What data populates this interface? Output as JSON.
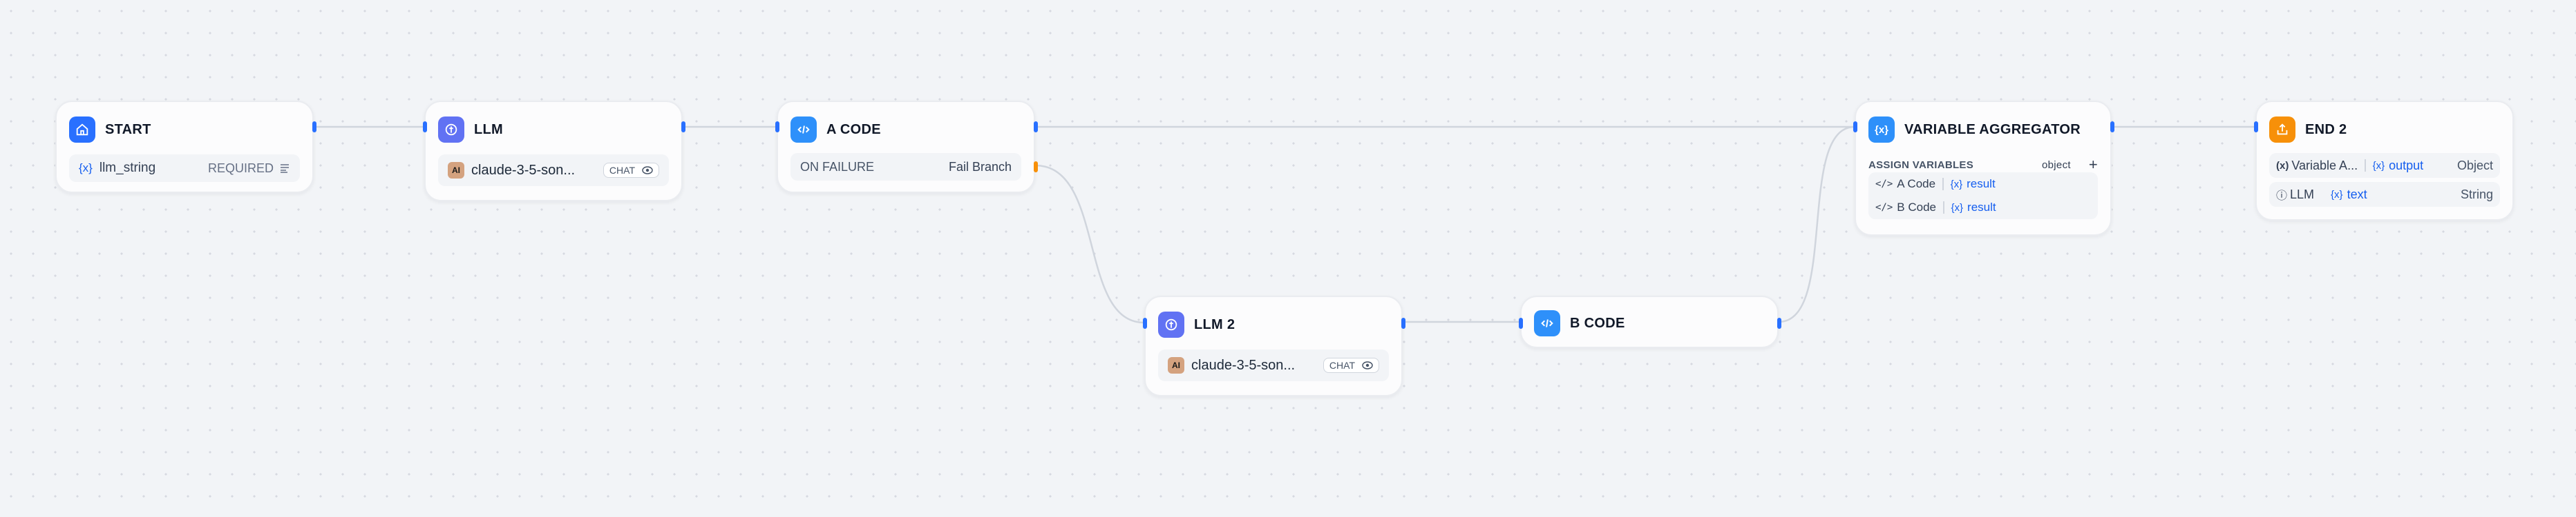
{
  "nodes": {
    "start": {
      "title": "START",
      "var_icon": "{x}",
      "var_name": "llm_string",
      "required": "REQUIRED"
    },
    "llm": {
      "title": "LLM",
      "model_logo": "AI",
      "model": "claude-3-5-son...",
      "mode": "CHAT"
    },
    "a_code": {
      "title": "A CODE",
      "fail_label": "ON FAILURE",
      "fail_value": "Fail Branch"
    },
    "llm2": {
      "title": "LLM 2",
      "model_logo": "AI",
      "model": "claude-3-5-son...",
      "mode": "CHAT"
    },
    "b_code": {
      "title": "B CODE"
    },
    "aggregator": {
      "title": "VARIABLE AGGREGATOR",
      "section": "ASSIGN VARIABLES",
      "type": "object",
      "add": "+",
      "vars": [
        {
          "source": "A Code",
          "var_icon": "{x}",
          "var": "result"
        },
        {
          "source": "B Code",
          "var_icon": "{x}",
          "var": "result"
        }
      ]
    },
    "end": {
      "title": "END 2",
      "outputs": [
        {
          "icon": "(x)",
          "source": "Variable A...",
          "var_icon": "{x}",
          "var": "output",
          "type": "Object"
        },
        {
          "icon": "ⓘ",
          "source": "LLM",
          "var_icon": "{x}",
          "var": "text",
          "type": "String"
        }
      ]
    }
  },
  "colors": {
    "start": "#2970ff",
    "llm": "#6172f3",
    "code": "#2e90fa",
    "aggregator": "#2e90fa",
    "end": "#f79009",
    "edge": "#d0d5dd",
    "handle": "#2970ff",
    "fail_handle": "#f79009"
  },
  "icons": {
    "start": "home-icon",
    "llm": "brain-icon",
    "code": "code-icon",
    "aggregator": "variable-icon",
    "end": "export-icon",
    "eye": "eye-icon"
  }
}
